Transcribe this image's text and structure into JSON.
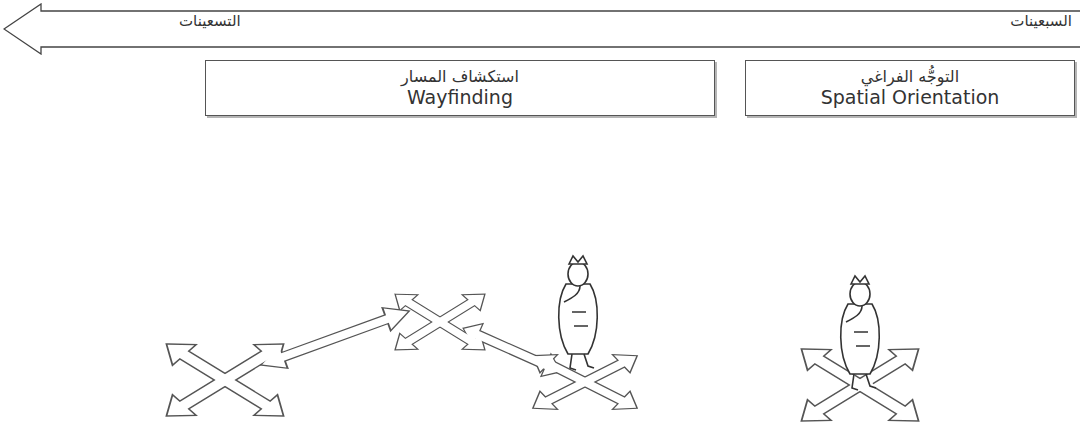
{
  "diagram": {
    "nodes": [
      {
        "text": [
          "السبعينات",
          "التسعينات"
        ]
      },
      {
        "text": [
          "التوجُّه الفراغي",
          "Spatial Orientation"
        ]
      },
      {
        "text": [
          "استكشاف المسار",
          "Wayfinding"
        ]
      }
    ]
  }
}
